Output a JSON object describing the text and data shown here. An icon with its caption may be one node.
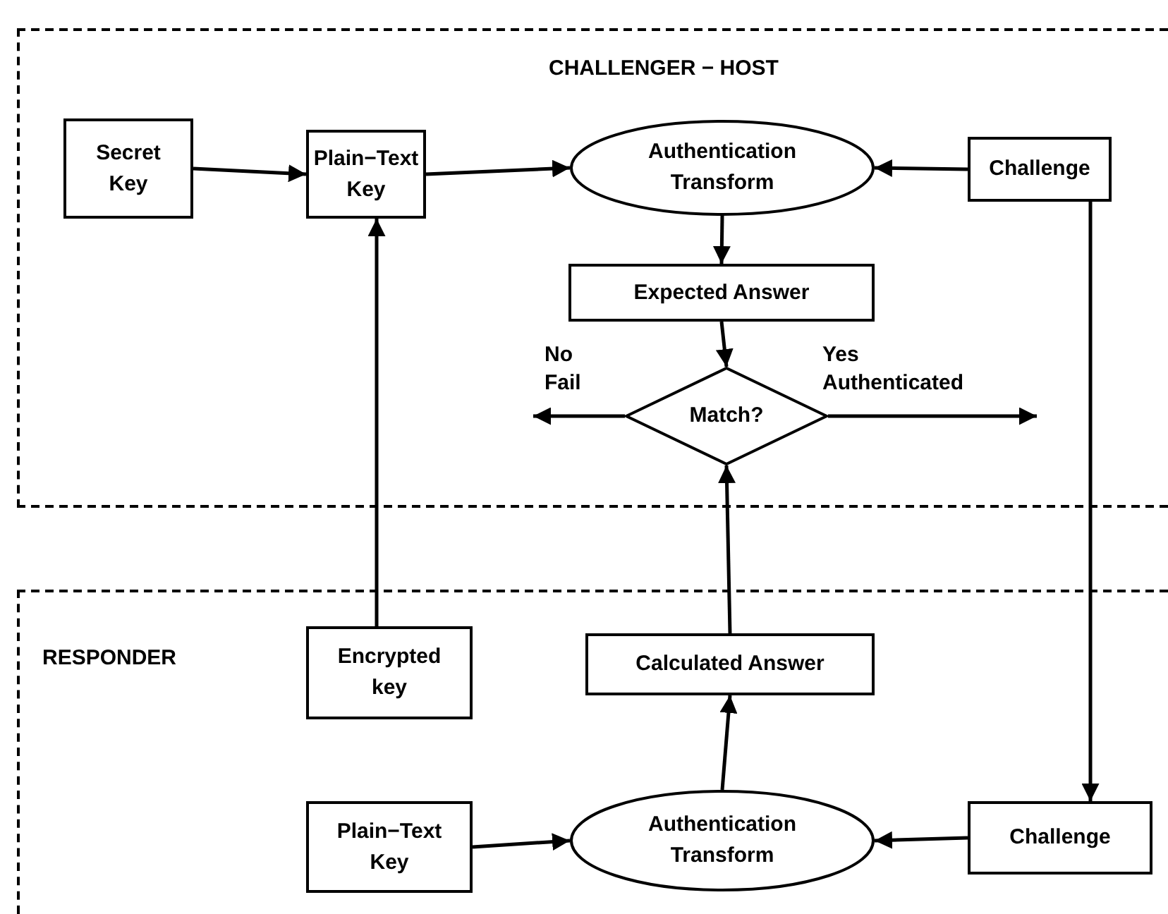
{
  "diagram": {
    "nodes": [
      {
        "text": [
          "CHALLENGER − HOST"
        ]
      },
      {
        "text": [
          "Secret Key"
        ],
        "in": 0
      },
      {
        "text": [
          "Plain−Text Key"
        ],
        "in": 0
      },
      {
        "text": [
          "Authentication Transform"
        ],
        "in": 0
      },
      {
        "text": [
          "Challenge"
        ],
        "in": 0
      },
      {
        "text": [
          "Expected Answer"
        ],
        "in": 0
      },
      {
        "text": [
          "Match?"
        ],
        "in": 0
      },
      {
        "text": [
          "RESPONDER"
        ]
      },
      {
        "text": [
          "Encrypted key"
        ],
        "in": 7
      },
      {
        "text": [
          "Calculated Answer"
        ],
        "in": 7
      },
      {
        "text": [
          "Plain−Text Key"
        ],
        "in": 7
      },
      {
        "text": [
          "Authentication Transform"
        ],
        "in": 7
      },
      {
        "text": [
          "Challenge"
        ],
        "in": 7
      }
    ],
    "edges": [
      {
        "from": 1,
        "to": 2,
        "arrow": "to"
      },
      {
        "from": 2,
        "to": 3,
        "arrow": "to"
      },
      {
        "from": 4,
        "to": 3,
        "arrow": "to"
      },
      {
        "from": 3,
        "to": 5,
        "arrow": "to"
      },
      {
        "from": 5,
        "to": 6,
        "arrow": "to"
      },
      {
        "from": 6,
        "to": null,
        "arrow": "to",
        "label": "No Fail"
      },
      {
        "from": 6,
        "to": null,
        "arrow": "to",
        "label": "Yes Authenticated"
      },
      {
        "from": 8,
        "to": 2,
        "arrow": "to"
      },
      {
        "from": 9,
        "to": 6,
        "arrow": "to"
      },
      {
        "from": 4,
        "to": 12,
        "arrow": "to"
      },
      {
        "from": 10,
        "to": 11,
        "arrow": "to"
      },
      {
        "from": 12,
        "to": 11,
        "arrow": "to"
      },
      {
        "from": 11,
        "to": 9,
        "arrow": "to"
      }
    ]
  }
}
